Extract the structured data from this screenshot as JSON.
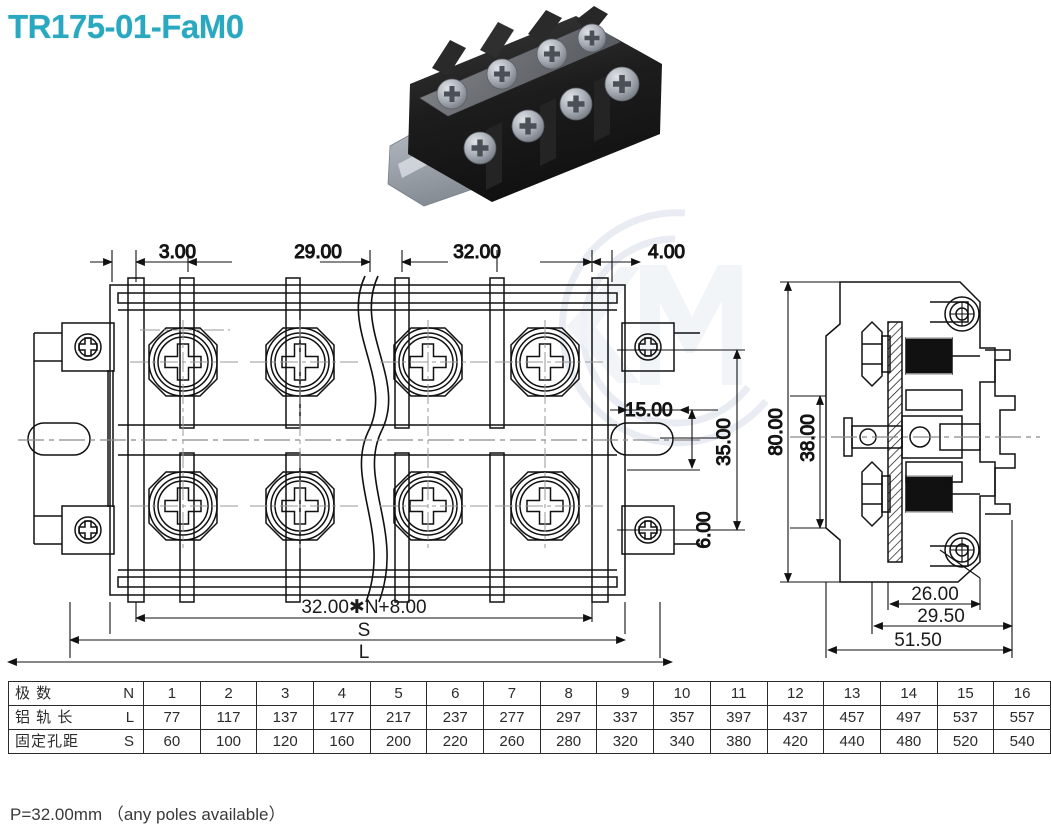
{
  "product": {
    "title": "TR175-01-FaM0",
    "title_color": "#2aa8c0",
    "photo_alt": "terminal-block-photo"
  },
  "drawing": {
    "front_view": {
      "top_dimensions": [
        "3.00",
        "29.00",
        "32.00",
        "4.00"
      ],
      "right_dimensions": [
        "15.00",
        "35.00",
        "6.00"
      ],
      "bottom_dimensions": [
        "32.00✱N+8.00",
        "S",
        "L"
      ]
    },
    "side_view": {
      "vertical_dimensions": [
        "80.00",
        "38.00"
      ],
      "bottom_dimensions": [
        "26.00",
        "29.50",
        "51.50"
      ]
    }
  },
  "table": {
    "rows": [
      {
        "label": "极    数",
        "symbol": "N",
        "values": [
          "1",
          "2",
          "3",
          "4",
          "5",
          "6",
          "7",
          "8",
          "9",
          "10",
          "11",
          "12",
          "13",
          "14",
          "15",
          "16"
        ]
      },
      {
        "label": "铝 轨 长",
        "symbol": "L",
        "values": [
          "77",
          "117",
          "137",
          "177",
          "217",
          "237",
          "277",
          "297",
          "337",
          "357",
          "397",
          "437",
          "457",
          "497",
          "537",
          "557"
        ]
      },
      {
        "label": "固定孔距",
        "symbol": "S",
        "values": [
          "60",
          "100",
          "120",
          "160",
          "200",
          "220",
          "260",
          "280",
          "320",
          "340",
          "380",
          "420",
          "440",
          "480",
          "520",
          "540"
        ]
      }
    ]
  },
  "footer": {
    "note": "P=32.00mm  （any poles available）"
  }
}
